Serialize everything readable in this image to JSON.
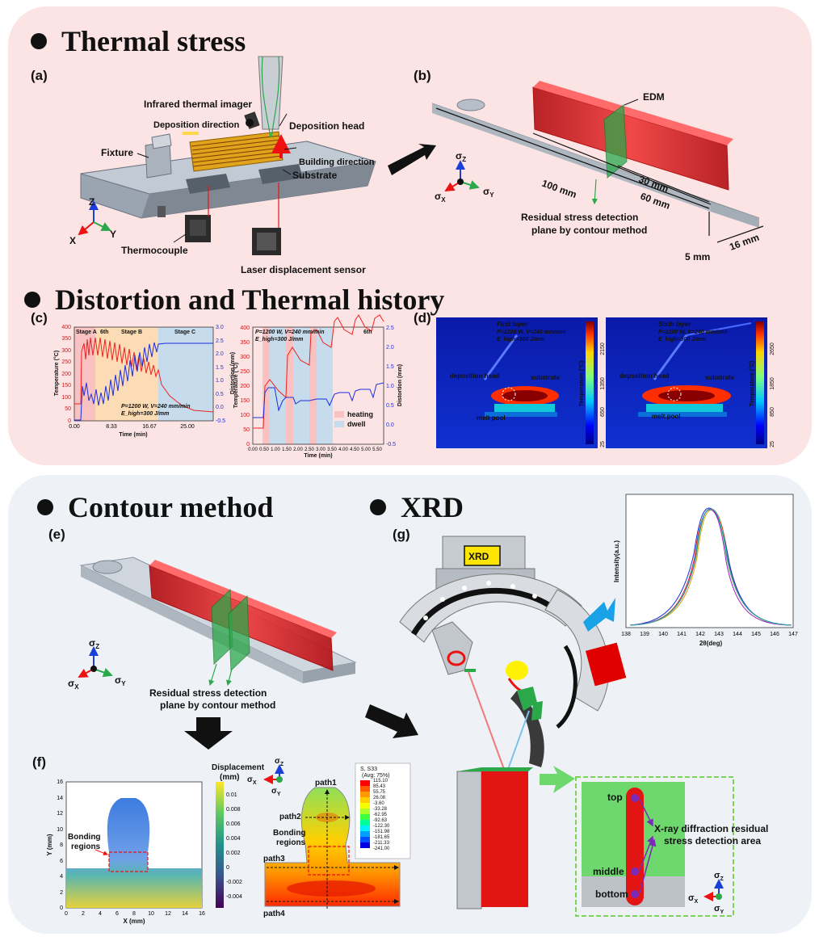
{
  "sections": {
    "thermal": "Thermal stress",
    "distortion": "Distortion and Thermal history",
    "contour": "Contour method",
    "xrd": "XRD"
  },
  "panels": {
    "a": "(a)",
    "b": "(b)",
    "c": "(c)",
    "d": "(d)",
    "e": "(e)",
    "f": "(f)",
    "g": "(g)"
  },
  "panel_a": {
    "infrared": "Infrared thermal imager",
    "deposition_direction": "Deposition direction",
    "deposition_head": "Deposition head",
    "fixture": "Fixture",
    "building_direction": "Building direction",
    "substrate": "Substrate",
    "thermocouple": "Thermocouple",
    "laser_sensor": "Laser displacement sensor",
    "axes": {
      "z": "Z",
      "x": "X",
      "y": "Y"
    }
  },
  "panel_b": {
    "edm": "EDM",
    "dim_100": "100 mm",
    "dim_60": "60 mm",
    "dim_30": "30 mm",
    "dim_5": "5 mm",
    "dim_16": "16 mm",
    "plane_line1": "Residual stress detection",
    "plane_line2": "plane by contour method",
    "sigma": "σ",
    "sub_z": "Z",
    "sub_x": "X",
    "sub_y": "Y"
  },
  "chart_c1": {
    "type": "line",
    "stage_a": "Stage A",
    "stage_b": "Stage B",
    "stage_c": "Stage C",
    "sixth": "6th",
    "params1": "P=1200 W, V=240 mm/min",
    "params2": "E_high=300 J/mm",
    "xlabel": "Time (min)",
    "ylabel_left": "Temperature (°C)",
    "ylabel_right": "Distortion (mm)",
    "x_ticks": [
      "0.00",
      "8.33",
      "16.67",
      "25.00"
    ],
    "y_left_ticks": [
      "0",
      "50",
      "100",
      "150",
      "200",
      "250",
      "300",
      "350",
      "400"
    ],
    "y_right_ticks": [
      "-0.5",
      "0.0",
      "0.5",
      "1.0",
      "1.5",
      "2.0",
      "2.5",
      "3.0"
    ]
  },
  "chart_c2": {
    "type": "line",
    "params1": "P=1200 W, V=240 mm/min",
    "params2": "E_high=300 J/mm",
    "sixth": "6th",
    "legend_heating": "heating",
    "legend_dwell": "dwell",
    "xlabel": "Time (min)",
    "ylabel_left": "Temperature (°C)",
    "ylabel_right": "Distortion (mm)",
    "x_ticks": [
      "0.00",
      "0.50",
      "1.00",
      "1.50",
      "2.00",
      "2.50",
      "3.00",
      "3.50",
      "4.00",
      "4.50",
      "5.00",
      "5.50"
    ],
    "y_left_ticks": [
      "0",
      "50",
      "100",
      "150",
      "200",
      "250",
      "300",
      "350",
      "400"
    ],
    "y_right_ticks": [
      "-0.5",
      "0.0",
      "0.5",
      "1.0",
      "1.5",
      "2.0",
      "2.5"
    ]
  },
  "panel_d": {
    "left": {
      "layer": "First layer",
      "p": "P=1200 W, V=240 mm/min",
      "e": "E_high=300 J/mm",
      "scale": [
        "2150",
        "1350",
        "650",
        "25"
      ]
    },
    "right": {
      "layer": "Sixth layer",
      "p": "P=1200 W, V=240 mm/min",
      "e": "E_high=300 J/mm",
      "scale": [
        "2650",
        "1850",
        "850",
        "25"
      ]
    },
    "deposition_head": "deposition head",
    "substrate": "substrate",
    "melt_pool": "melt pool",
    "temp_label": "Temperature (°C)"
  },
  "panel_e": {
    "plane_line1": "Residual stress detection",
    "plane_line2": "plane by contour method"
  },
  "panel_f": {
    "displacement_title": "Displacement",
    "displacement_unit": "(mm)",
    "colorbar_ticks": [
      "0.01",
      "0.008",
      "0.006",
      "0.004",
      "0.002",
      "0",
      "-0.002",
      "-0.004"
    ],
    "bonding1": "Bonding",
    "bonding2": "regions",
    "xlabel": "X (mm)",
    "ylabel": "Y (mm)",
    "x_ticks": [
      "0",
      "2",
      "4",
      "6",
      "8",
      "10",
      "12",
      "14",
      "16"
    ],
    "y_ticks": [
      "0",
      "2",
      "4",
      "6",
      "8",
      "10",
      "12",
      "14",
      "16"
    ],
    "legend_title": "S, S33",
    "legend_avg": "(Avg: 75%)",
    "legend_values": [
      "115.10",
      "85.43",
      "55.75",
      "26.08",
      "-3.60",
      "-33.28",
      "-62.95",
      "-92.63",
      "-122.30",
      "-151.98",
      "-181.65",
      "-211.33",
      "-241.00"
    ],
    "path1": "path1",
    "path2": "path2",
    "path3": "path3",
    "path4": "path4"
  },
  "panel_g": {
    "xrd_badge": "XRD",
    "ylabel": "Intensity(a.u.)",
    "xlabel": "2θ(deg)",
    "x_ticks": [
      "138",
      "139",
      "140",
      "141",
      "142",
      "143",
      "144",
      "145",
      "146",
      "147"
    ],
    "top": "top",
    "middle": "middle",
    "bottom": "bottom",
    "detect_line1": "X-ray diffraction residual",
    "detect_line2": "stress detection area"
  }
}
